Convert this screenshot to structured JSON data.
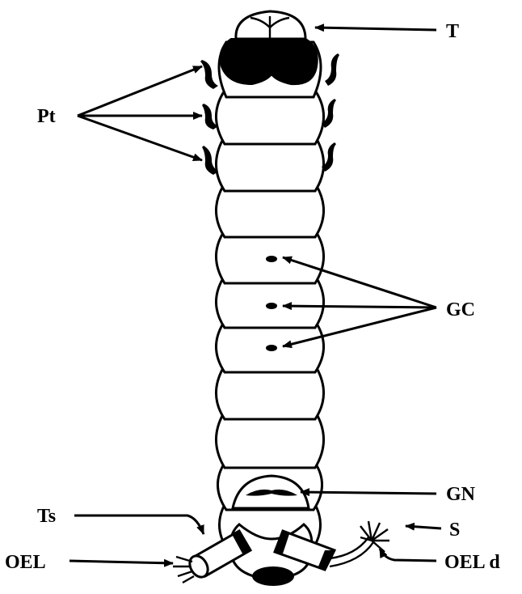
{
  "labels": {
    "T": "T",
    "Pt": "Pt",
    "GC": "GC",
    "GN": "GN",
    "Ts": "Ts",
    "S": "S",
    "OEL": "OEL",
    "OELd": "OEL d"
  },
  "colors": {
    "ink": "#000000",
    "paper": "#ffffff"
  }
}
